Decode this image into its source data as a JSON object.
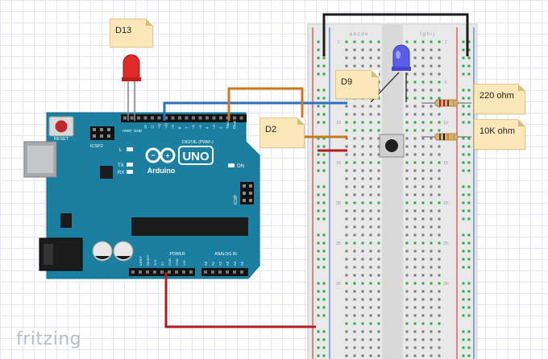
{
  "notes": {
    "d13": "D13",
    "d9": "D9",
    "d2": "D2",
    "r220": "220 ohm",
    "r10k": "10K ohm"
  },
  "arduino": {
    "reset": "RESET",
    "icsp2": "ICSP2",
    "led_l": "L",
    "tx": "TX",
    "rx": "RX",
    "on": "ON",
    "logo_text": "Arduino",
    "uno": "UNO",
    "digital": "DIGITAL (PWM~)",
    "power": "POWER",
    "analog": "ANALOG IN",
    "icsp": "ICSP",
    "aref": "AREF",
    "gnd": "GND",
    "pins_top": [
      "13",
      "12",
      "~11",
      "~10",
      "~9",
      "8",
      "7",
      "~6",
      "~5",
      "4",
      "~3",
      "2",
      "TX▸1",
      "RX◂0"
    ],
    "pins_power": [
      "IOREF",
      "RESET",
      "3V3",
      "5V",
      "GND",
      "GND",
      "VIN"
    ],
    "pins_analog": [
      "A0",
      "A1",
      "A2",
      "A3",
      "A4",
      "A5"
    ]
  },
  "breadboard": {
    "col_letters_left": "a b c d e",
    "col_letters_right": "f g h i j",
    "row_numbers": [
      "1",
      "5",
      "10",
      "15",
      "20",
      "25",
      "30"
    ]
  },
  "watermark": "fritzing",
  "colors": {
    "board": "#1a7fa0",
    "wire_blue": "#2f6fc4",
    "wire_orange": "#c97a1e",
    "wire_red": "#b51d1d",
    "wire_black": "#1a1a1a",
    "hole_green": "#2ca84a",
    "rail_blue": "#4a78c8",
    "rail_red": "#d24545"
  },
  "icons": {
    "led_red": "red-led-icon",
    "led_blue": "blue-led-icon",
    "button": "push-button-icon",
    "resistor": "resistor-icon",
    "logo": "arduino-infinity-logo-icon"
  }
}
